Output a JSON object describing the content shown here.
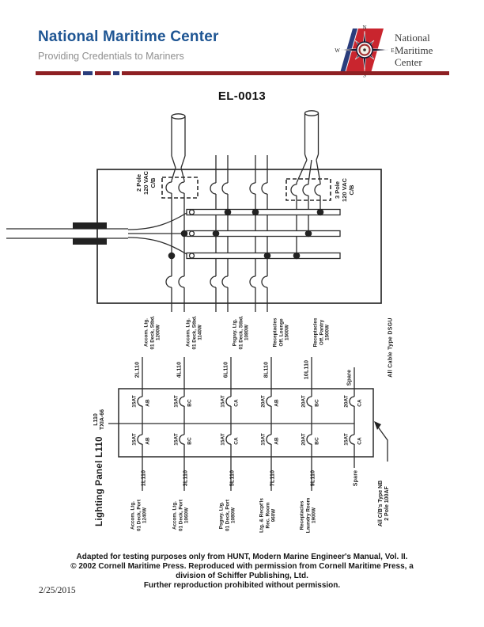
{
  "header": {
    "title": "National Maritime Center",
    "subtitle": "Providing Credentials to Mariners",
    "logo": {
      "lines": [
        "National",
        "Maritime",
        "Center"
      ],
      "compass": {
        "n": "N",
        "e": "E",
        "s": "S",
        "w": "W"
      }
    },
    "colors": {
      "title_blue": "#1e5593",
      "subtitle_gray": "#8f8f8f",
      "divider_red": "#8e2023",
      "divider_blue": "#2a3d7c",
      "logo_red": "#c9252e"
    }
  },
  "page": {
    "title": "EL-0013",
    "date": "2/25/2015"
  },
  "upper_diagram": {
    "left_cb_label": [
      "2 Pole",
      "120 VAC",
      "C/B"
    ],
    "right_cb_label": [
      "3 Pole",
      "120 VAC",
      "C/B"
    ]
  },
  "notes": {
    "cable_type": "All Cable Type DSGU",
    "cb_type": [
      "All C/B's Type NB",
      "2 Pole 100AF"
    ]
  },
  "panel": {
    "name": "Lighting Panel L110",
    "feeder": [
      "L110",
      "TXIA-66"
    ],
    "top_circuits": [
      {
        "id": "2L110",
        "desc": [
          "Accom. Ltg.",
          "01 Deck, Stbd.",
          "1200W"
        ]
      },
      {
        "id": "4L110",
        "desc": [
          "Accom. Ltg.",
          "01 Deck, Stbd.",
          "1140W"
        ]
      },
      {
        "id": "6L110",
        "desc": [
          "Psgwy. Ltg.",
          "01 Deck, Stbd.",
          "1080W"
        ]
      },
      {
        "id": "8L110",
        "desc": [
          "Receptacles",
          "Off. Lounge",
          "1500W"
        ]
      },
      {
        "id": "10L110",
        "desc": [
          "Receptacles",
          "Off. Pantry",
          "1500W"
        ]
      },
      {
        "id": "Spare",
        "desc": []
      }
    ],
    "bottom_circuits": [
      {
        "id": "1L110",
        "desc": [
          "Accom. Ltg.",
          "01 Deck, Port",
          "1240W"
        ]
      },
      {
        "id": "3L110",
        "desc": [
          "Accom. Ltg.",
          "01 Deck, Port",
          "1060W"
        ]
      },
      {
        "id": "5L110",
        "desc": [
          "Psgwy. Ltg.",
          "01 Deck, Port",
          "1080W"
        ]
      },
      {
        "id": "7L110",
        "desc": [
          "Ltg. & Recpt'ls",
          "Rec. Room",
          "960W"
        ]
      },
      {
        "id": "9L110",
        "desc": [
          "Receptacles",
          "Laundry Room",
          "1900W"
        ]
      },
      {
        "id": "Spare",
        "desc": []
      }
    ],
    "top_breakers": [
      {
        "rating": "15AT",
        "phase": "AB"
      },
      {
        "rating": "15AT",
        "phase": "BC"
      },
      {
        "rating": "15AT",
        "phase": "CA"
      },
      {
        "rating": "20AT",
        "phase": "AB"
      },
      {
        "rating": "20AT",
        "phase": "BC"
      },
      {
        "rating": "20AT",
        "phase": "CA"
      }
    ],
    "bottom_breakers": [
      {
        "rating": "15AT",
        "phase": "AB"
      },
      {
        "rating": "15AT",
        "phase": "BC"
      },
      {
        "rating": "15AT",
        "phase": "CA"
      },
      {
        "rating": "15AT",
        "phase": "AB"
      },
      {
        "rating": "20AT",
        "phase": "BC"
      },
      {
        "rating": "15AT",
        "phase": "CA"
      }
    ]
  },
  "footer": {
    "lines": [
      "Adapted for testing purposes only from HUNT, Modern Marine Engineer's Manual, Vol. II.",
      "© 2002 Cornell Maritime Press. Reproduced with permission from Cornell Maritime Press, a",
      "division of Schiffer Publishing, Ltd.",
      "Further reproduction prohibited without permission."
    ]
  }
}
